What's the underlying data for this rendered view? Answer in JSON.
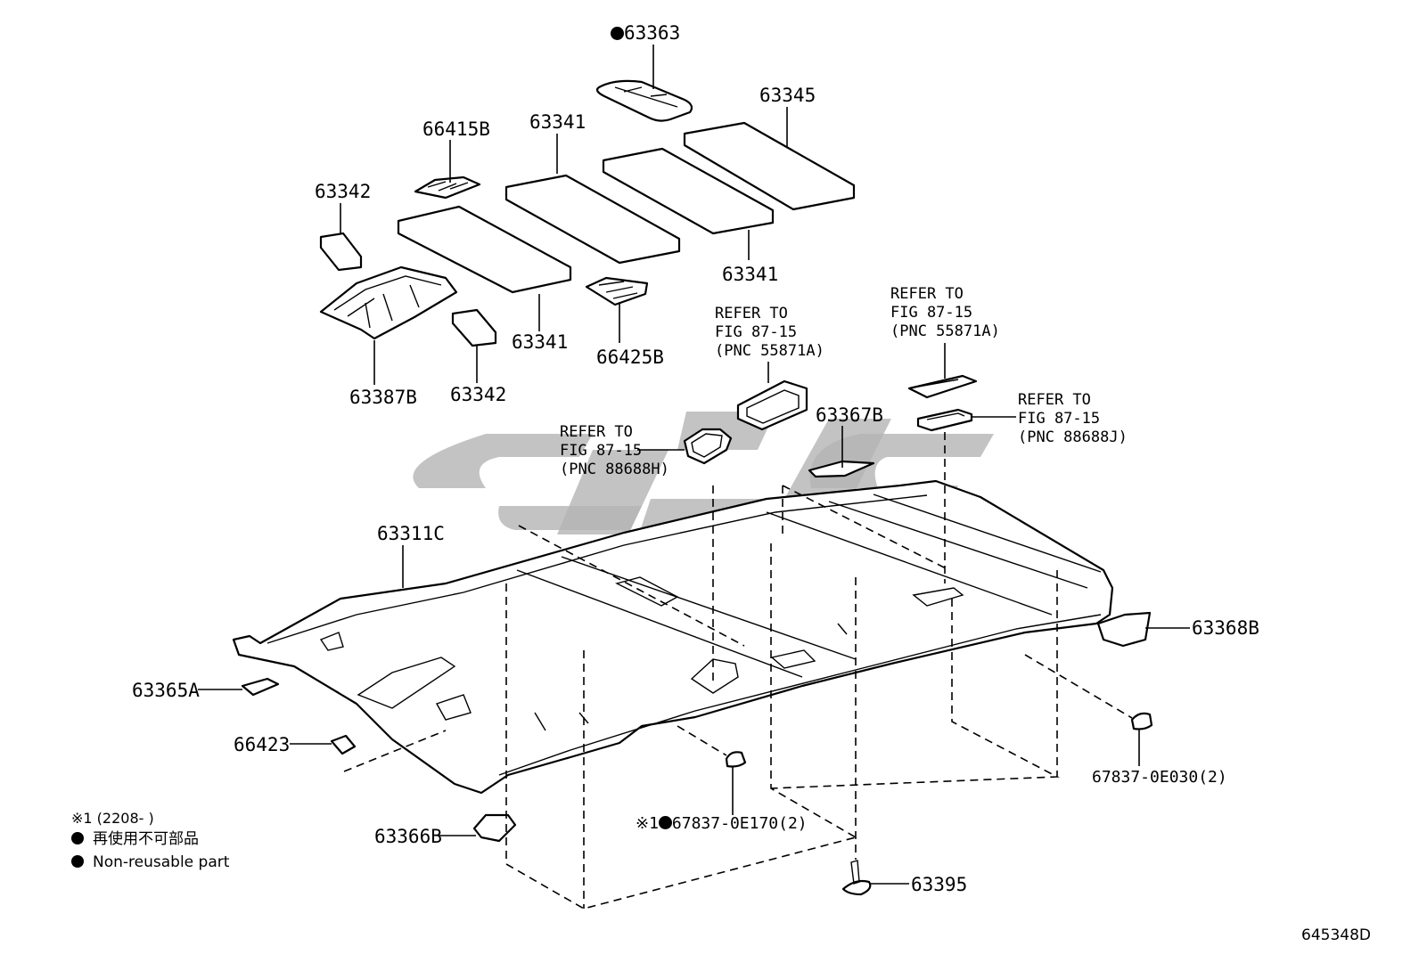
{
  "parts": {
    "p63363": "63363",
    "p63345": "63345",
    "p66415B": "66415B",
    "p63341_top": "63341",
    "p63342_top": "63342",
    "p63341_right": "63341",
    "p63341_left": "63341",
    "p66425B": "66425B",
    "p63387B": "63387B",
    "p63342_bottom": "63342",
    "p63367B": "63367B",
    "p63311C": "63311C",
    "p63368B": "63368B",
    "p63365A": "63365A",
    "p66423": "66423",
    "p63366B": "63366B",
    "p67837_0E170": "67837-0E170(2)",
    "p67837_0E030": "67837-0E030(2)",
    "p63395": "63395"
  },
  "refer_notes": {
    "center": {
      "line1": "REFER TO",
      "line2": "FIG 87-15",
      "line3": "(PNC 55871A)"
    },
    "right": {
      "line1": "REFER TO",
      "line2": "FIG 87-15",
      "line3": "(PNC 55871A)"
    },
    "left": {
      "line1": "REFER TO",
      "line2": "FIG 87-15",
      "line3": "(PNC 88688H)"
    },
    "far_right": {
      "line1": "REFER TO",
      "line2": "FIG 87-15",
      "line3": "(PNC 88688J)"
    }
  },
  "markers": {
    "note_mark": "※1"
  },
  "legend": {
    "note": "※1 (2208-        )",
    "jp_non_reusable": "再使用不可部品",
    "en_non_reusable": "Non-reusable part"
  },
  "figure_code": "645348D",
  "icons": {
    "non_reusable": "filled-circle-icon"
  },
  "colors": {
    "line": "#000000",
    "watermark": "#b4b4b4",
    "background": "#ffffff"
  }
}
